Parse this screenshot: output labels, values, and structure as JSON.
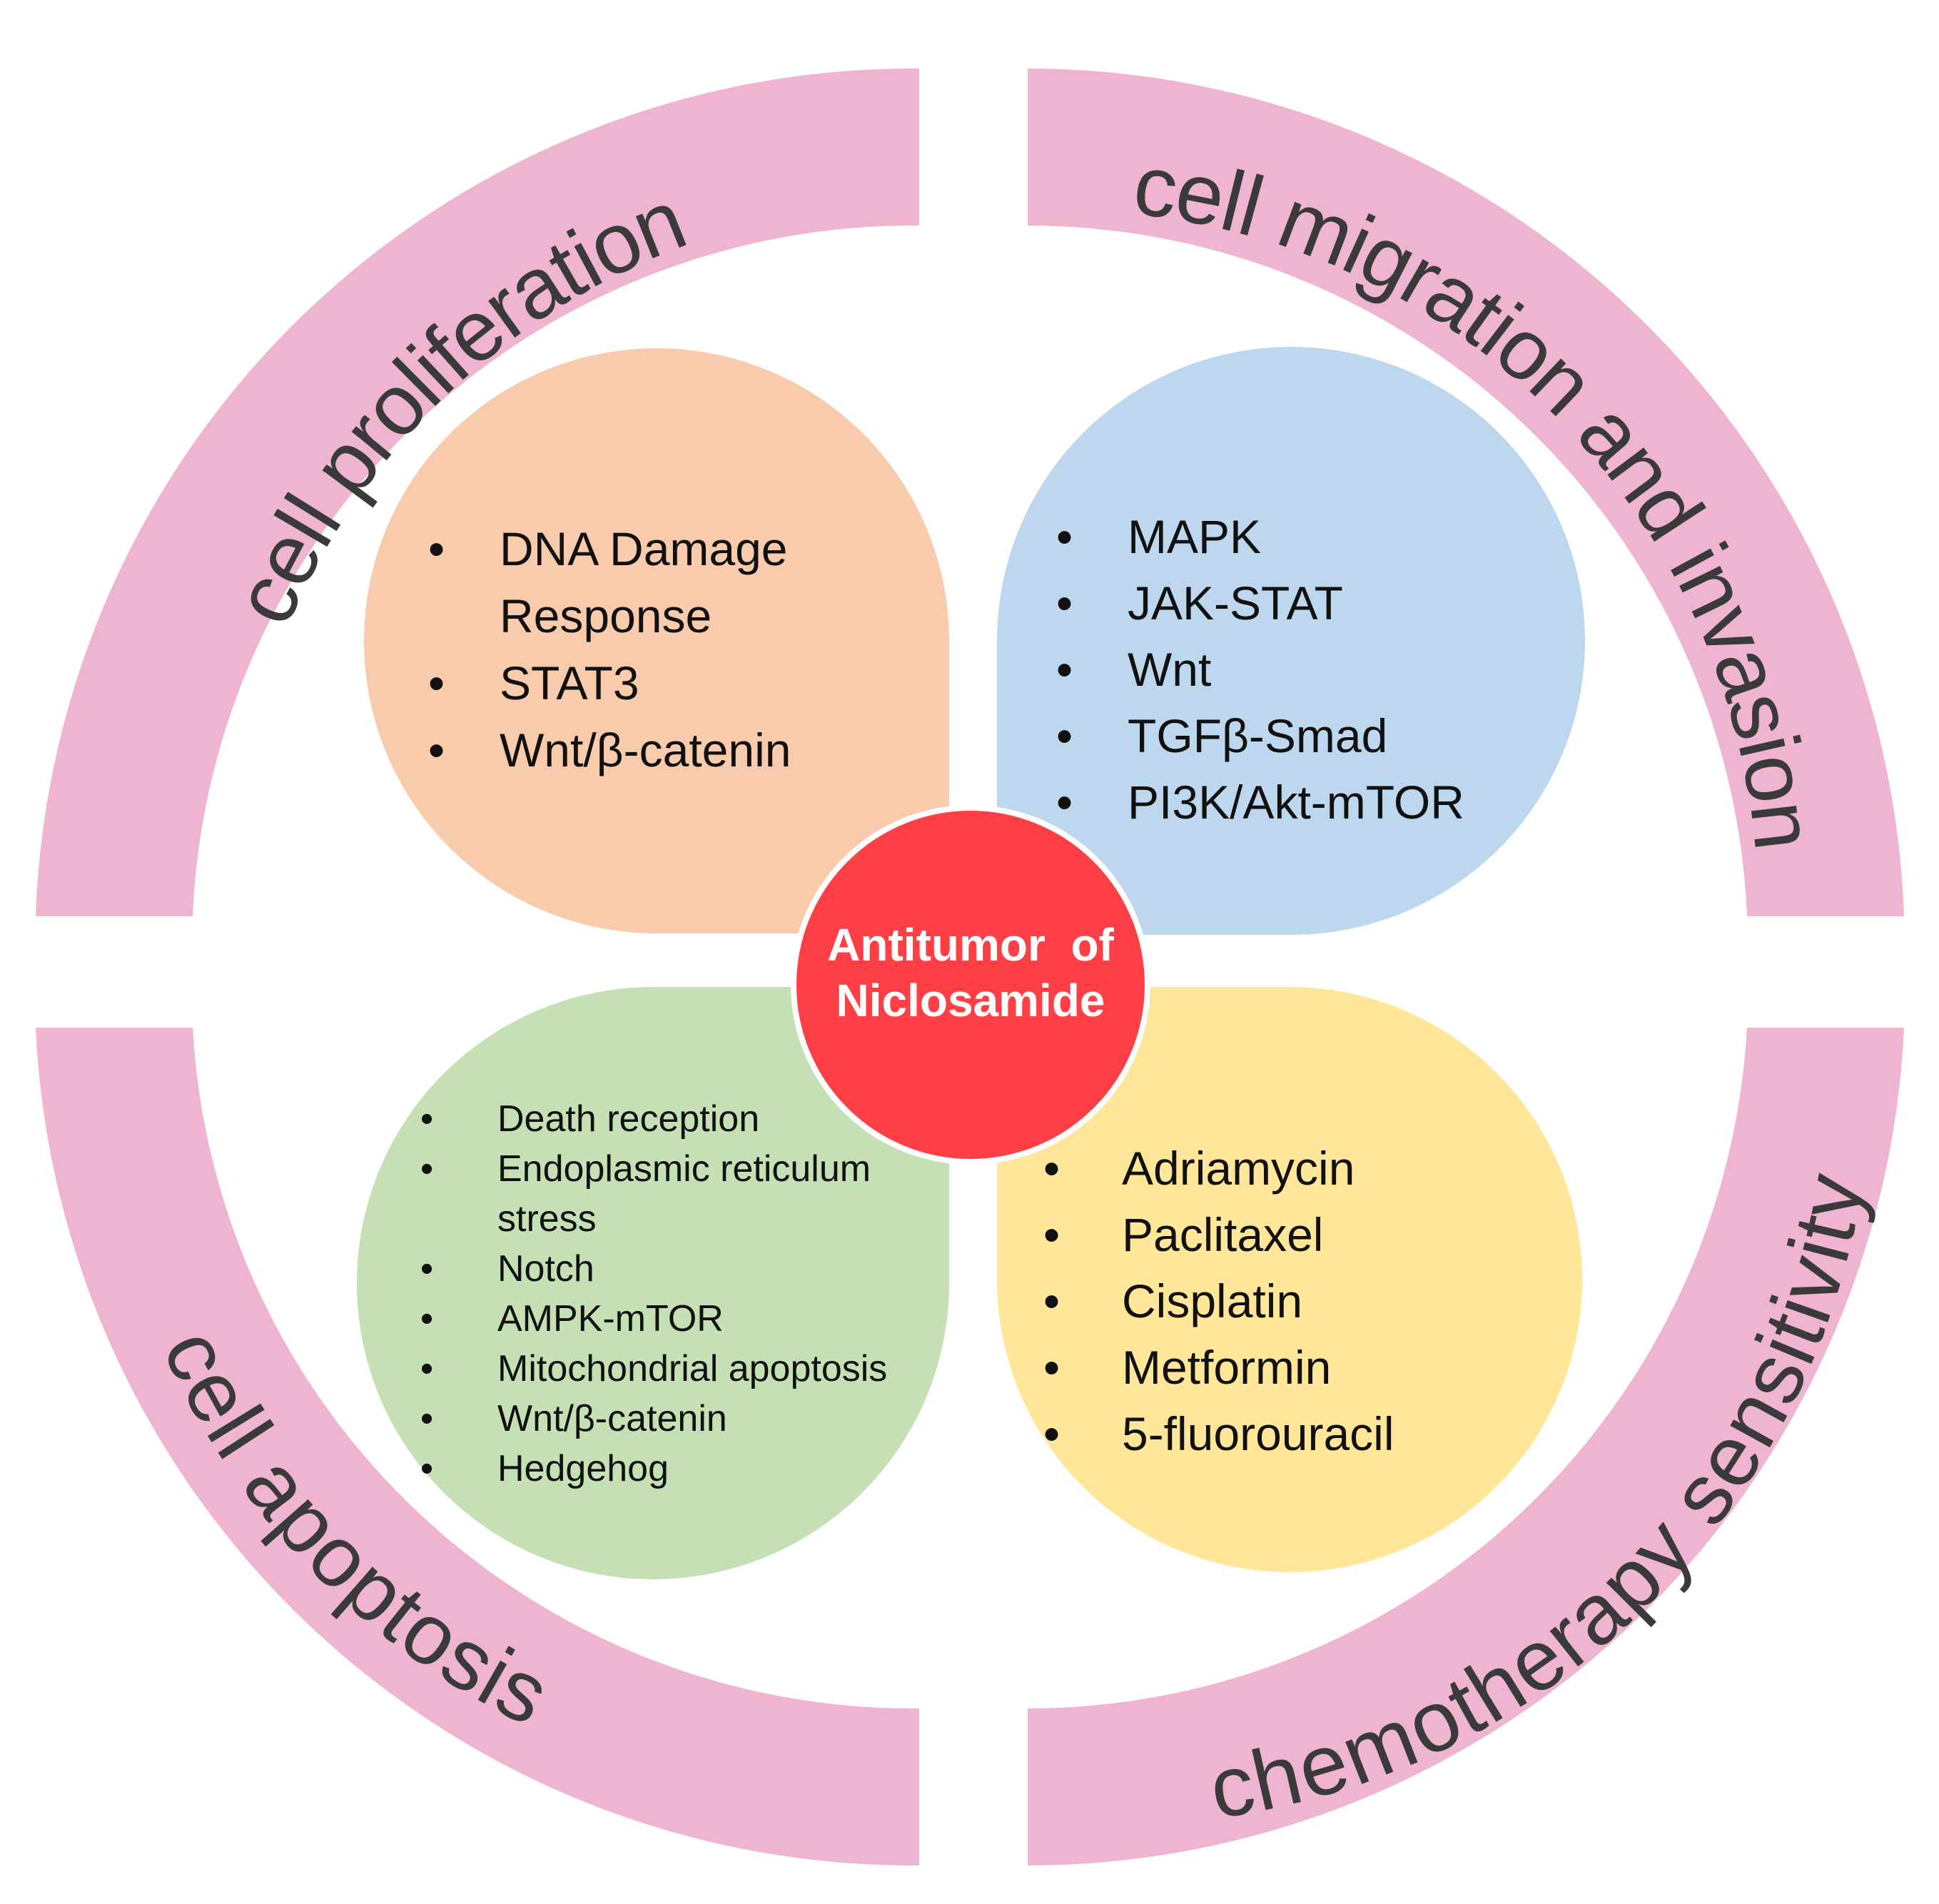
{
  "ring_labels": {
    "top_left": "cell proliferation",
    "top_right": "cell migration and invasion",
    "bottom_left": "cell apoptosis",
    "bottom_right": "chemotherapy sensitivity"
  },
  "center": {
    "line1": "Antitumor  of",
    "line2": "Niclosamide"
  },
  "petals": {
    "top_left": [
      "DNA Damage",
      "Response",
      "STAT3",
      "Wnt/β-catenin"
    ],
    "top_right": [
      "MAPK",
      "JAK-STAT",
      "Wnt",
      "TGFβ-Smad",
      "PI3K/Akt-mTOR"
    ],
    "bottom_left": [
      "Death reception",
      "Endoplasmic reticulum",
      "stress",
      "Notch",
      "AMPK-mTOR",
      "Mitochondrial apoptosis",
      "Wnt/β-catenin",
      "Hedgehog"
    ],
    "bottom_right": [
      "Adriamycin",
      "Paclitaxel",
      "Cisplatin",
      "Metformin",
      "5-fluorouracil"
    ]
  },
  "colors": {
    "ring": "#eeb4d0",
    "center_circle": "#ff3f46",
    "petal_top_left": "#f8cbad",
    "petal_top_right": "#bdd7ee",
    "petal_bottom_left": "#c5e0b4",
    "petal_bottom_right": "#ffe699"
  }
}
